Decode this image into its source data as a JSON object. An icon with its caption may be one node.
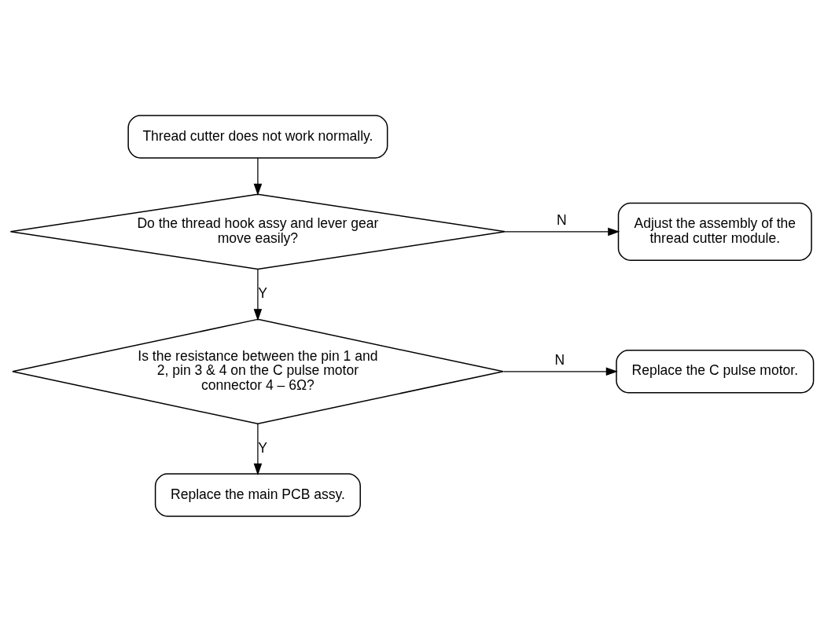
{
  "diagram": {
    "nodes": [
      {
        "text": [
          "Thread cutter does not work normally."
        ]
      },
      {
        "text": [
          "Do the thread hook assy and lever gear move easily?"
        ]
      },
      {
        "text": [
          "Adjust the assembly of the thread cutter module."
        ]
      },
      {
        "text": [
          "Is the resistance between the pin 1 and 2, pin 3 & 4 on the C pulse motor connector 4 – 6Ω?"
        ]
      },
      {
        "text": [
          "Replace the C pulse motor."
        ]
      },
      {
        "text": [
          "Replace the main PCB assy."
        ]
      }
    ],
    "edges": [
      {
        "from": 0,
        "to": 1,
        "arrow": "to"
      },
      {
        "from": 1,
        "to": 2,
        "arrow": "to",
        "label": "N"
      },
      {
        "from": 1,
        "to": 3,
        "arrow": "to",
        "label": "Y"
      },
      {
        "from": 3,
        "to": 4,
        "arrow": "to",
        "label": "N"
      },
      {
        "from": 3,
        "to": 5,
        "arrow": "to",
        "label": "Y"
      }
    ]
  }
}
